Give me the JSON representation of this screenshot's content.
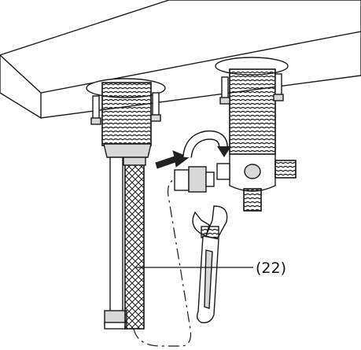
{
  "callouts": [
    {
      "id": "hose",
      "label": "(22)"
    }
  ],
  "colors": {
    "ink": "#1a1a1a",
    "fill": "#ffffff",
    "shade": "#d8d8d8",
    "arrow": "#222222"
  },
  "components": [
    {
      "name": "countertop"
    },
    {
      "name": "left-faucet-shank"
    },
    {
      "name": "right-valve-body"
    },
    {
      "name": "braided-supply-hose"
    },
    {
      "name": "smooth-supply-tube"
    },
    {
      "name": "hose-connector-nut"
    },
    {
      "name": "adjustable-wrench"
    },
    {
      "name": "push-arrow"
    },
    {
      "name": "rotation-arrow"
    }
  ]
}
